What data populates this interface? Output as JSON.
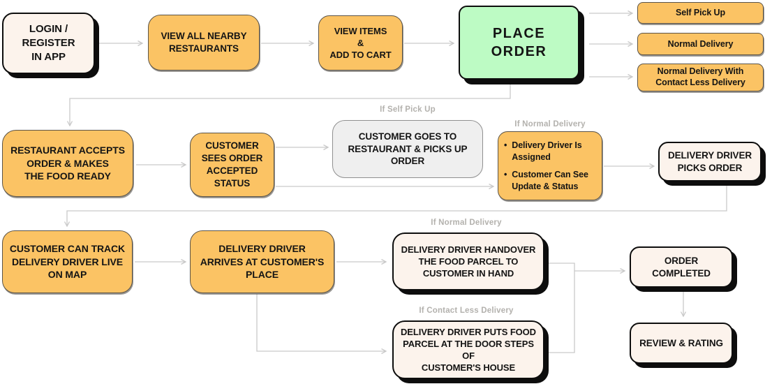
{
  "colors": {
    "orange": "#FBC364",
    "orange-border": "#5a5348",
    "cream": "#FCF3EC",
    "green": "#BDFBC4",
    "gray-fill": "#EFEFEF",
    "gray-border": "#8f8f8f",
    "ink": "#141414",
    "connector": "#c9c9c9",
    "cond-label": "#b3b1ad"
  },
  "nodes": {
    "login": {
      "label": "LOGIN /\nREGISTER\nIN APP"
    },
    "view_restaurants": {
      "label": "VIEW ALL NEARBY\nRESTAURANTS"
    },
    "view_items": {
      "label": "VIEW ITEMS\n&\nADD TO CART"
    },
    "place_order": {
      "label": "PLACE ORDER"
    },
    "self_pickup": {
      "label": "Self Pick Up"
    },
    "normal_delivery": {
      "label": "Normal Delivery"
    },
    "contactless_delivery": {
      "label": "Normal Delivery With\nContact Less Delivery"
    },
    "restaurant_accepts": {
      "label": "RESTAURANT ACCEPTS\nORDER & MAKES\nTHE FOOD READY"
    },
    "customer_sees": {
      "label": "CUSTOMER\nSEES ORDER\nACCEPTED\nSTATUS"
    },
    "customer_goes": {
      "label": "CUSTOMER GOES TO\nRESTAURANT & PICKS UP\nORDER"
    },
    "driver_assigned": {
      "bullets": [
        "Delivery Driver Is Assigned",
        "Customer Can See Update & Status"
      ]
    },
    "picks_order": {
      "label": "DELIVERY DRIVER\nPICKS ORDER"
    },
    "track_map": {
      "label": "CUSTOMER CAN TRACK\nDELIVERY DRIVER LIVE\nON MAP"
    },
    "arrives": {
      "label": "DELIVERY DRIVER\nARRIVES AT CUSTOMER'S\nPLACE"
    },
    "handover": {
      "label": "DELIVERY DRIVER HANDOVER\nTHE FOOD PARCEL TO\nCUSTOMER IN HAND"
    },
    "puts_food": {
      "label": "DELIVERY DRIVER PUTS FOOD\nPARCEL AT THE DOOR STEPS OF\nCUSTOMER'S HOUSE"
    },
    "order_completed": {
      "label": "ORDER COMPLETED"
    },
    "review_rating": {
      "label": "REVIEW & RATING"
    }
  },
  "condition_labels": {
    "if_self_pickup": "If Self Pick Up",
    "if_normal_delivery_row2": "If Normal Delivery",
    "if_normal_delivery_row3": "If Normal Delivery",
    "if_contactless": "If Contact Less Delivery"
  }
}
